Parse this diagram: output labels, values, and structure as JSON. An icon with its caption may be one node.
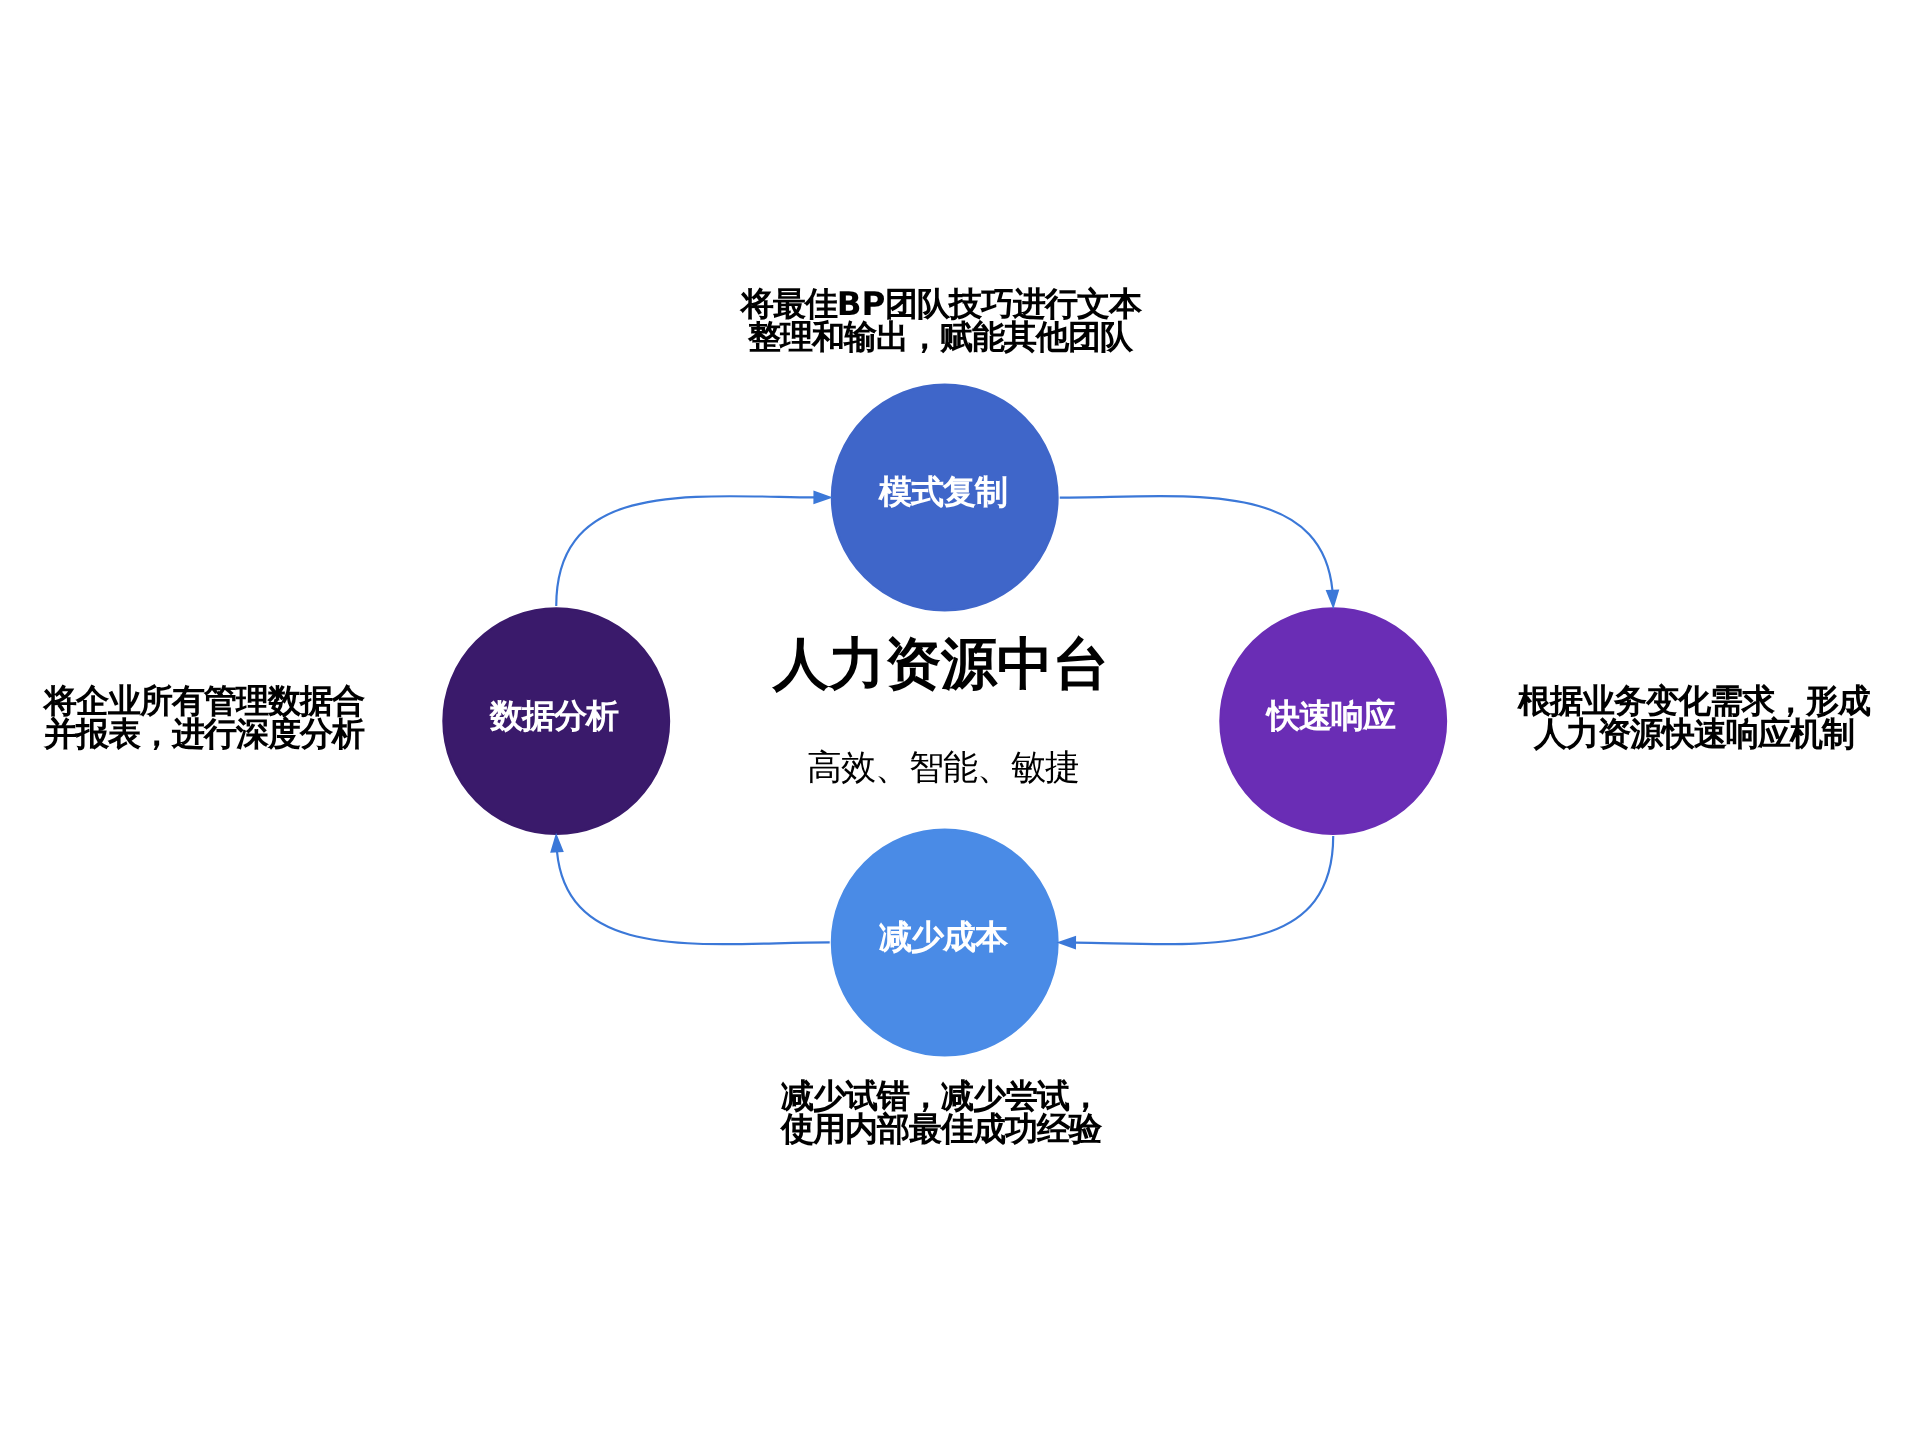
{
  "diagram": {
    "nodes": [
      {
        "text": [
          "模式复制"
        ],
        "beside": [
          "将最佳BP团队技巧进行文本整理和输出，赋能其他团队"
        ]
      },
      {
        "text": [
          "数据分析"
        ],
        "beside": [
          "将企业所有管理数据合并报表，进行深度分析"
        ]
      },
      {
        "text": [
          "快速响应"
        ],
        "beside": [
          "根据业务变化需求，形成人力资源快速响应机制"
        ]
      },
      {
        "text": [
          "减少成本"
        ],
        "beside": [
          "减少试错，减少尝试，使用内部最佳成功经验"
        ]
      }
    ],
    "edges": [
      {
        "from": 1,
        "to": 0,
        "arrow": "to"
      },
      {
        "from": 0,
        "to": 2,
        "arrow": "to"
      },
      {
        "from": 2,
        "to": 3,
        "arrow": "to"
      },
      {
        "from": 3,
        "to": 1,
        "arrow": "to"
      }
    ],
    "labels": [
      "人力资源中台",
      "高效、智能、敏捷"
    ]
  }
}
